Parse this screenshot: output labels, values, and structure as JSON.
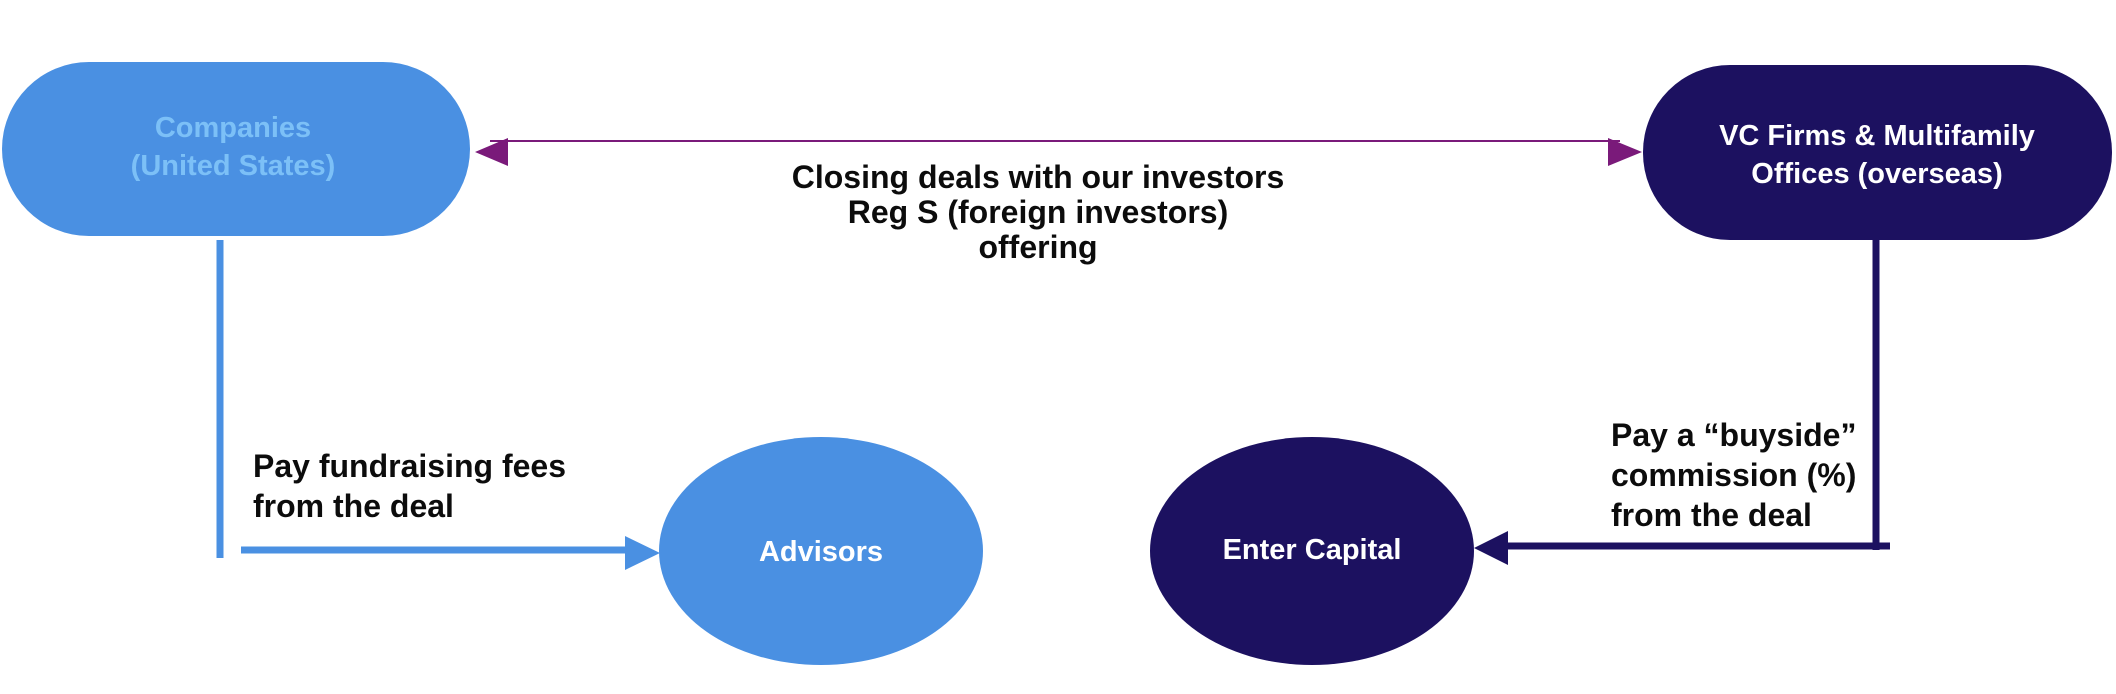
{
  "colors": {
    "light_blue": "#4a90e2",
    "light_blue_text": "#7cc0f7",
    "dark_navy": "#1c1160",
    "purple_arrow": "#7a1a7a",
    "white": "#ffffff",
    "label_text": "#0c0c0c"
  },
  "nodes": {
    "companies": {
      "line1": "Companies",
      "line2": "(United States)"
    },
    "vc_firms": {
      "line1": "VC Firms & Multifamily",
      "line2": "Offices (overseas)"
    },
    "advisors": {
      "label": "Advisors"
    },
    "enter_capital": {
      "label": "Enter Capital"
    }
  },
  "edges": {
    "closing_deals": {
      "line1": "Closing deals with our investors",
      "line2": "Reg S (foreign investors)",
      "line3": "offering"
    },
    "fundraising_fees": {
      "line1": "Pay fundraising fees",
      "line2": "from the deal"
    },
    "buyside_commission": {
      "line1": "Pay a “buyside”",
      "line2": "commission  (%)",
      "line3": "from the deal"
    }
  }
}
